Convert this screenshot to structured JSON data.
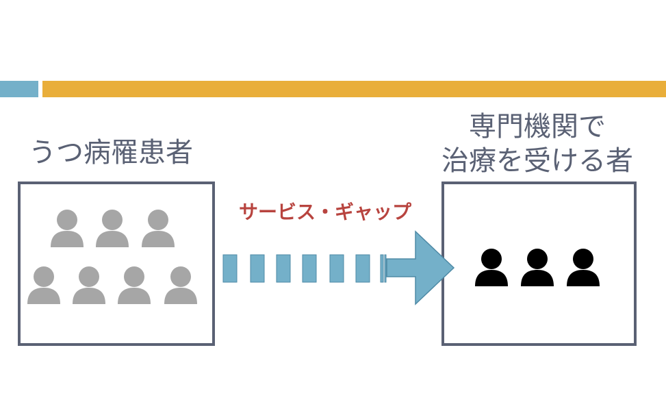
{
  "left_group": {
    "label": "うつ病罹患者",
    "person_count": 7
  },
  "right_group": {
    "label_line1": "専門機関で",
    "label_line2": "治療を受ける者",
    "person_count": 3
  },
  "gap": {
    "label": "サービス・ギャップ"
  },
  "colors": {
    "bar_blue": "#74b0c9",
    "bar_orange": "#e9ae3a",
    "box_border": "#5a6174",
    "gap_text": "#b8443f",
    "arrow": "#74b0c9",
    "arrow_border": "#4e8aa6",
    "person_gray": "#a6a6a6",
    "person_black": "#000000"
  },
  "icons": {
    "person": "person-icon",
    "arrow": "arrow-right-icon"
  }
}
